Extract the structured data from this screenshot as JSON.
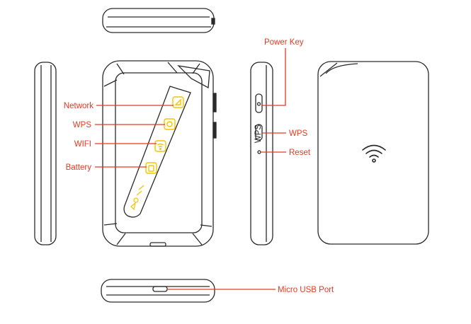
{
  "labels": {
    "network": "Network",
    "wps_front": "WPS",
    "wifi": "WIFI",
    "battery": "Battery",
    "power_key": "Power Key",
    "wps_side": "WPS",
    "reset": "Reset",
    "usb": "Micro USB Port"
  },
  "side_button_text": "WPS",
  "colors": {
    "callout": "#e53a24",
    "outline": "#2a2a2a",
    "indicator": "#f5c400",
    "background": "#ffffff"
  },
  "icons": [
    "network-indicator-icon",
    "wps-indicator-icon",
    "wifi-indicator-icon",
    "battery-indicator-icon",
    "wifi-logo-icon"
  ]
}
